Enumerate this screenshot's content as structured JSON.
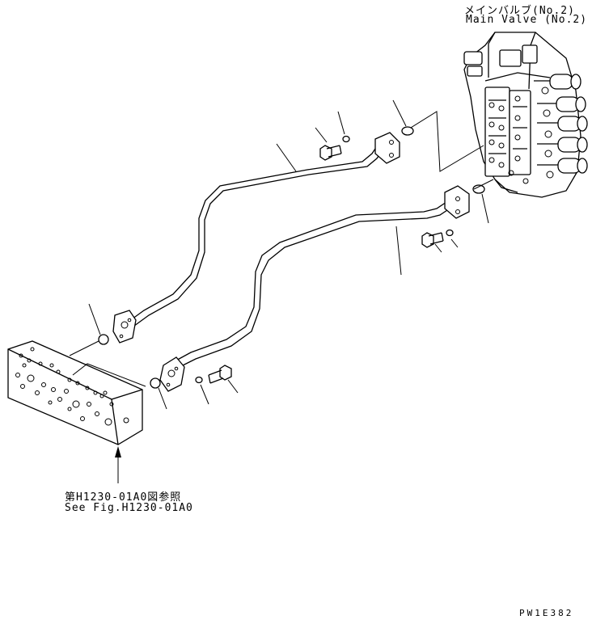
{
  "labels": {
    "main_valve_ja": "メインバルブ(No.2)",
    "main_valve_en": "Main Valve (No.2)",
    "ref_ja": "第H1230-01A0図参照",
    "ref_en": "See Fig.H1230-01A0",
    "drawing_code": "PW1E382"
  }
}
